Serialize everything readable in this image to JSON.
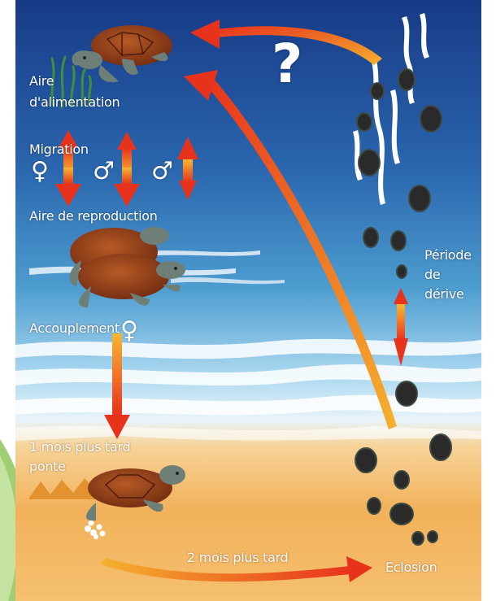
{
  "labels": {
    "feeding_area_line1": "Aire",
    "feeding_area_line2": "d'alimentation",
    "migration": "Migration",
    "breeding_area": "Aire  de reproduction",
    "mating": "Accouplement",
    "laying_line1": "1 mois plus tard",
    "laying_line2": "ponte",
    "hatching_delay": "2 mois plus tard",
    "hatching": "Eclosion",
    "drift_line1": "Période",
    "drift_line2": "de",
    "drift_line3": "dérive",
    "question": "?"
  },
  "symbols": {
    "female": "♀",
    "male": "♂"
  },
  "colors": {
    "sea_top": "#173a86",
    "sea_mid": "#3d8fc7",
    "sea_light": "#a8d6ef",
    "sand": "#f2b15a",
    "sand_dark": "#e3922f",
    "arrow_red": "#e8331c",
    "arrow_orange": "#f5a623",
    "turtle_shell": "#8b3a1a",
    "turtle_skin": "#6e7f78",
    "hatchling": "#2a2a2a"
  }
}
